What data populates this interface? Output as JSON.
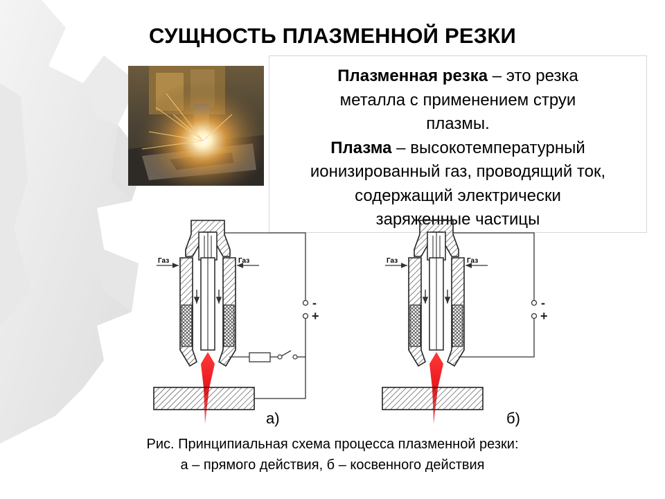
{
  "title": "СУЩНОСТЬ ПЛАЗМЕННОЙ РЕЗКИ",
  "definition": {
    "term1": "Плазменная резка",
    "def1_line1": " – это резка",
    "def1_line2": "металла с применением струи",
    "def1_line3": "плазмы.",
    "term2": "Плазма",
    "def2_line1": " – высокотемпературный",
    "def2_line2": "ионизированный газ, проводящий ток,",
    "def2_line3": "содержащий электрически",
    "def2_line4": "заряженные частицы"
  },
  "diagram": {
    "gas_label": "Газ",
    "minus": "-",
    "plus": "+",
    "label_a": "а)",
    "label_b": "б)"
  },
  "caption": {
    "line1": "Рис.  Принципиальная схема процесса плазменной резки:",
    "line2": "а – прямого действия, б – косвенного действия"
  },
  "colors": {
    "flame": "#e8161b",
    "hatch": "#333333"
  }
}
